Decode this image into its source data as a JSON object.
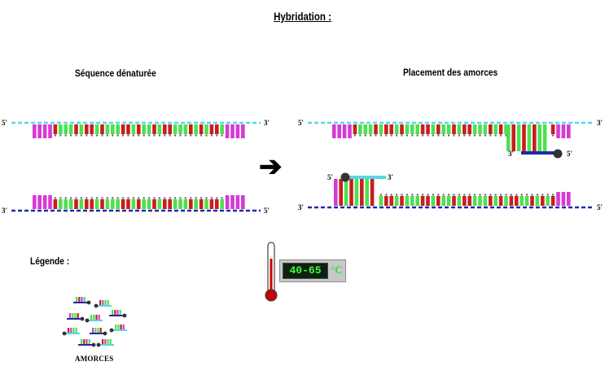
{
  "title": "Hybridation :",
  "left_panel": {
    "label": "Séquence dénaturée",
    "top_strand": {
      "end_left": "5'",
      "end_right": "3'"
    },
    "bottom_strand": {
      "end_left": "3'",
      "end_right": "5'"
    }
  },
  "right_panel": {
    "label": "Placement des amorces",
    "top_strand": {
      "end_left": "5'",
      "end_right": "3'"
    },
    "bottom_strand": {
      "end_left": "3'",
      "end_right": "5'"
    },
    "primer_top": {
      "end_left": "3'",
      "end_right": "5'"
    },
    "primer_bottom": {
      "end_left": "5'",
      "end_right": "3'"
    }
  },
  "arrow_symbol": "➔",
  "legend": {
    "title": "Légende :",
    "item_label": "AMORCES"
  },
  "thermometer": {
    "value": "40-65",
    "unit": "°C"
  },
  "colors": {
    "strand_5to3": "#55d6e8",
    "strand_3to5": "#1f2aa8",
    "base_magenta": "#d63ad6",
    "base_green": "#4ee04e",
    "base_red": "#c81e1e",
    "primer_cyan": "#55d6e8",
    "primer_cap": "#333333",
    "thermo_red": "#cc0000"
  }
}
